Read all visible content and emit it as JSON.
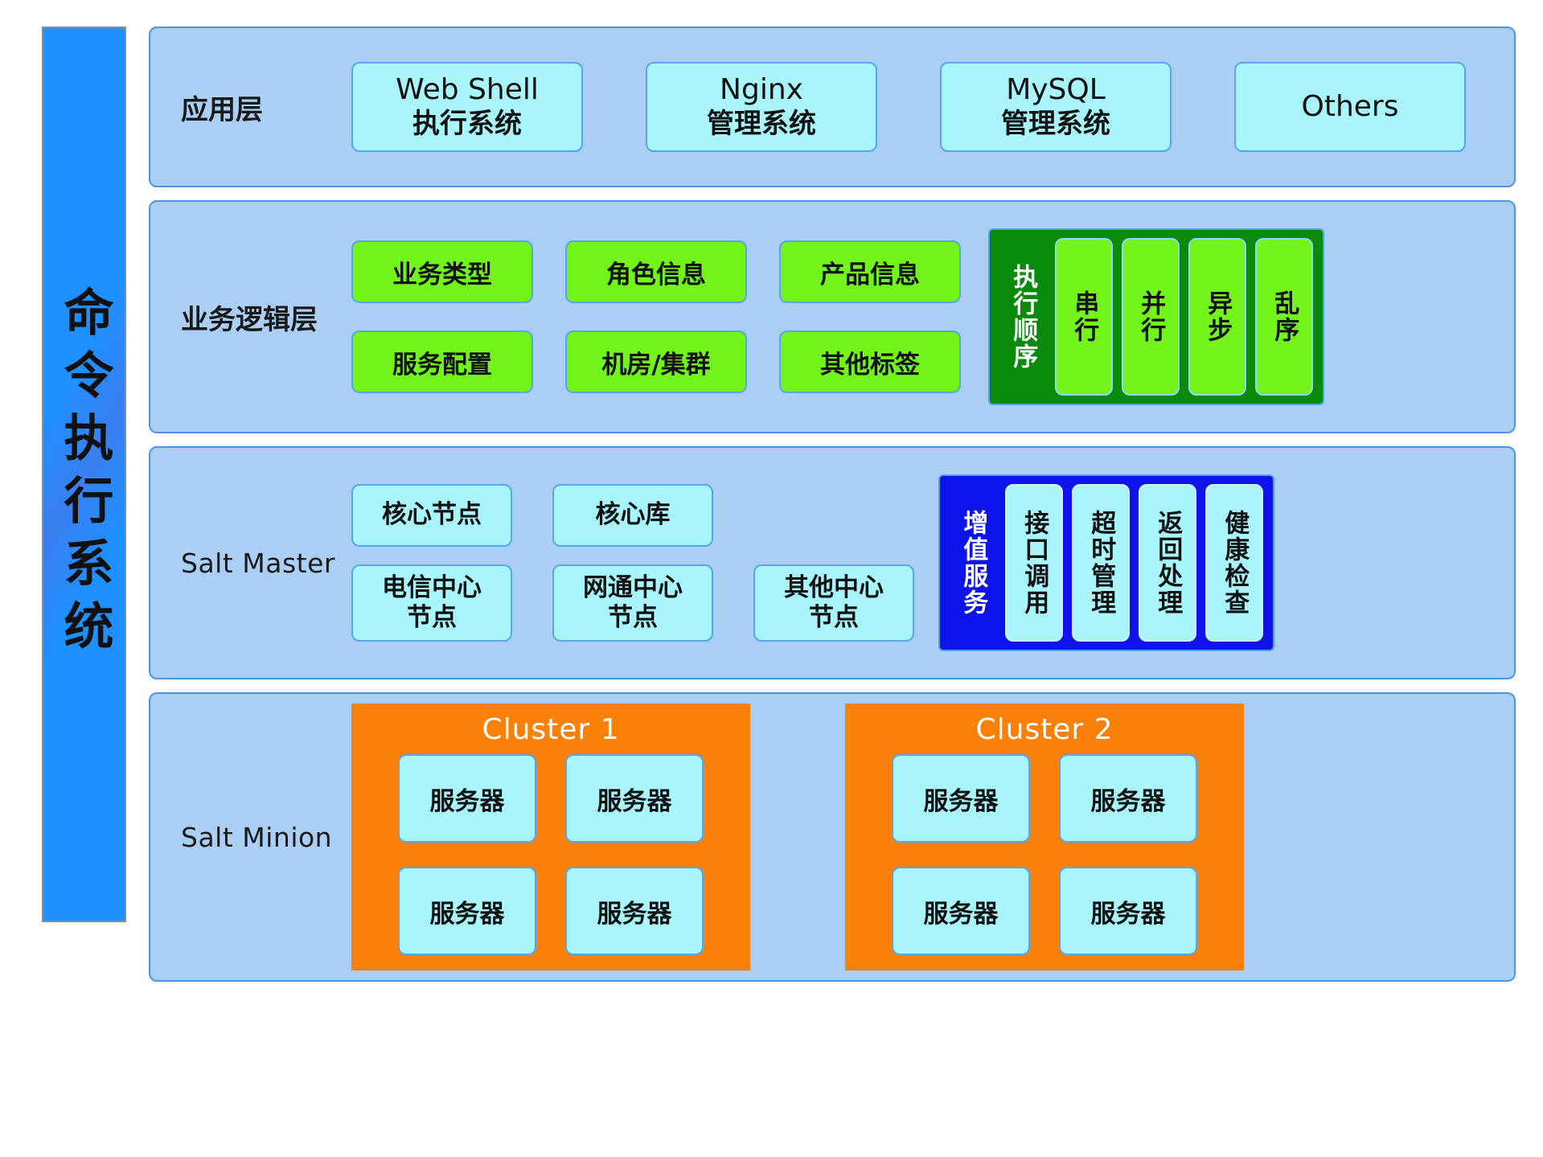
{
  "sidebar": {
    "title": "命令执行系统"
  },
  "colors": {
    "sidebar_blue": "#1E90FF",
    "layer_blue": "#ABCEF5",
    "layer_border": "#4D95E8",
    "card_cyan": "#A8F6FC",
    "card_green": "#72F319",
    "panel_dark_green": "#0A8A0A",
    "panel_blue": "#0E13EB",
    "cluster_orange": "#F98109"
  },
  "layers": [
    {
      "label": "应用层",
      "apps": [
        {
          "line1": "Web Shell",
          "line2": "执行系统"
        },
        {
          "line1": "Nginx",
          "line2": "管理系统"
        },
        {
          "line1": "MySQL",
          "line2": "管理系统"
        },
        {
          "line1": "Others",
          "line2": ""
        }
      ]
    },
    {
      "label": "业务逻辑层",
      "tags": [
        "业务类型",
        "角色信息",
        "产品信息",
        "服务配置",
        "机房/集群",
        "其他标签"
      ],
      "panel": {
        "title": "执行顺序",
        "items": [
          "串行",
          "并行",
          "异步",
          "乱序"
        ]
      }
    },
    {
      "label": "Salt Master",
      "nodes_row1": [
        "核心节点",
        "核心库"
      ],
      "nodes_row2": [
        "电信中心\n节点",
        "网通中心\n节点",
        "其他中心\n节点"
      ],
      "panel": {
        "title": "增值服务",
        "items": [
          "接口调用",
          "超时管理",
          "返回处理",
          "健康检查"
        ]
      }
    },
    {
      "label": "Salt Minion",
      "clusters": [
        {
          "title": "Cluster 1",
          "servers": [
            "服务器",
            "服务器",
            "服务器",
            "服务器"
          ]
        },
        {
          "title": "Cluster 2",
          "servers": [
            "服务器",
            "服务器",
            "服务器",
            "服务器"
          ]
        }
      ]
    }
  ]
}
